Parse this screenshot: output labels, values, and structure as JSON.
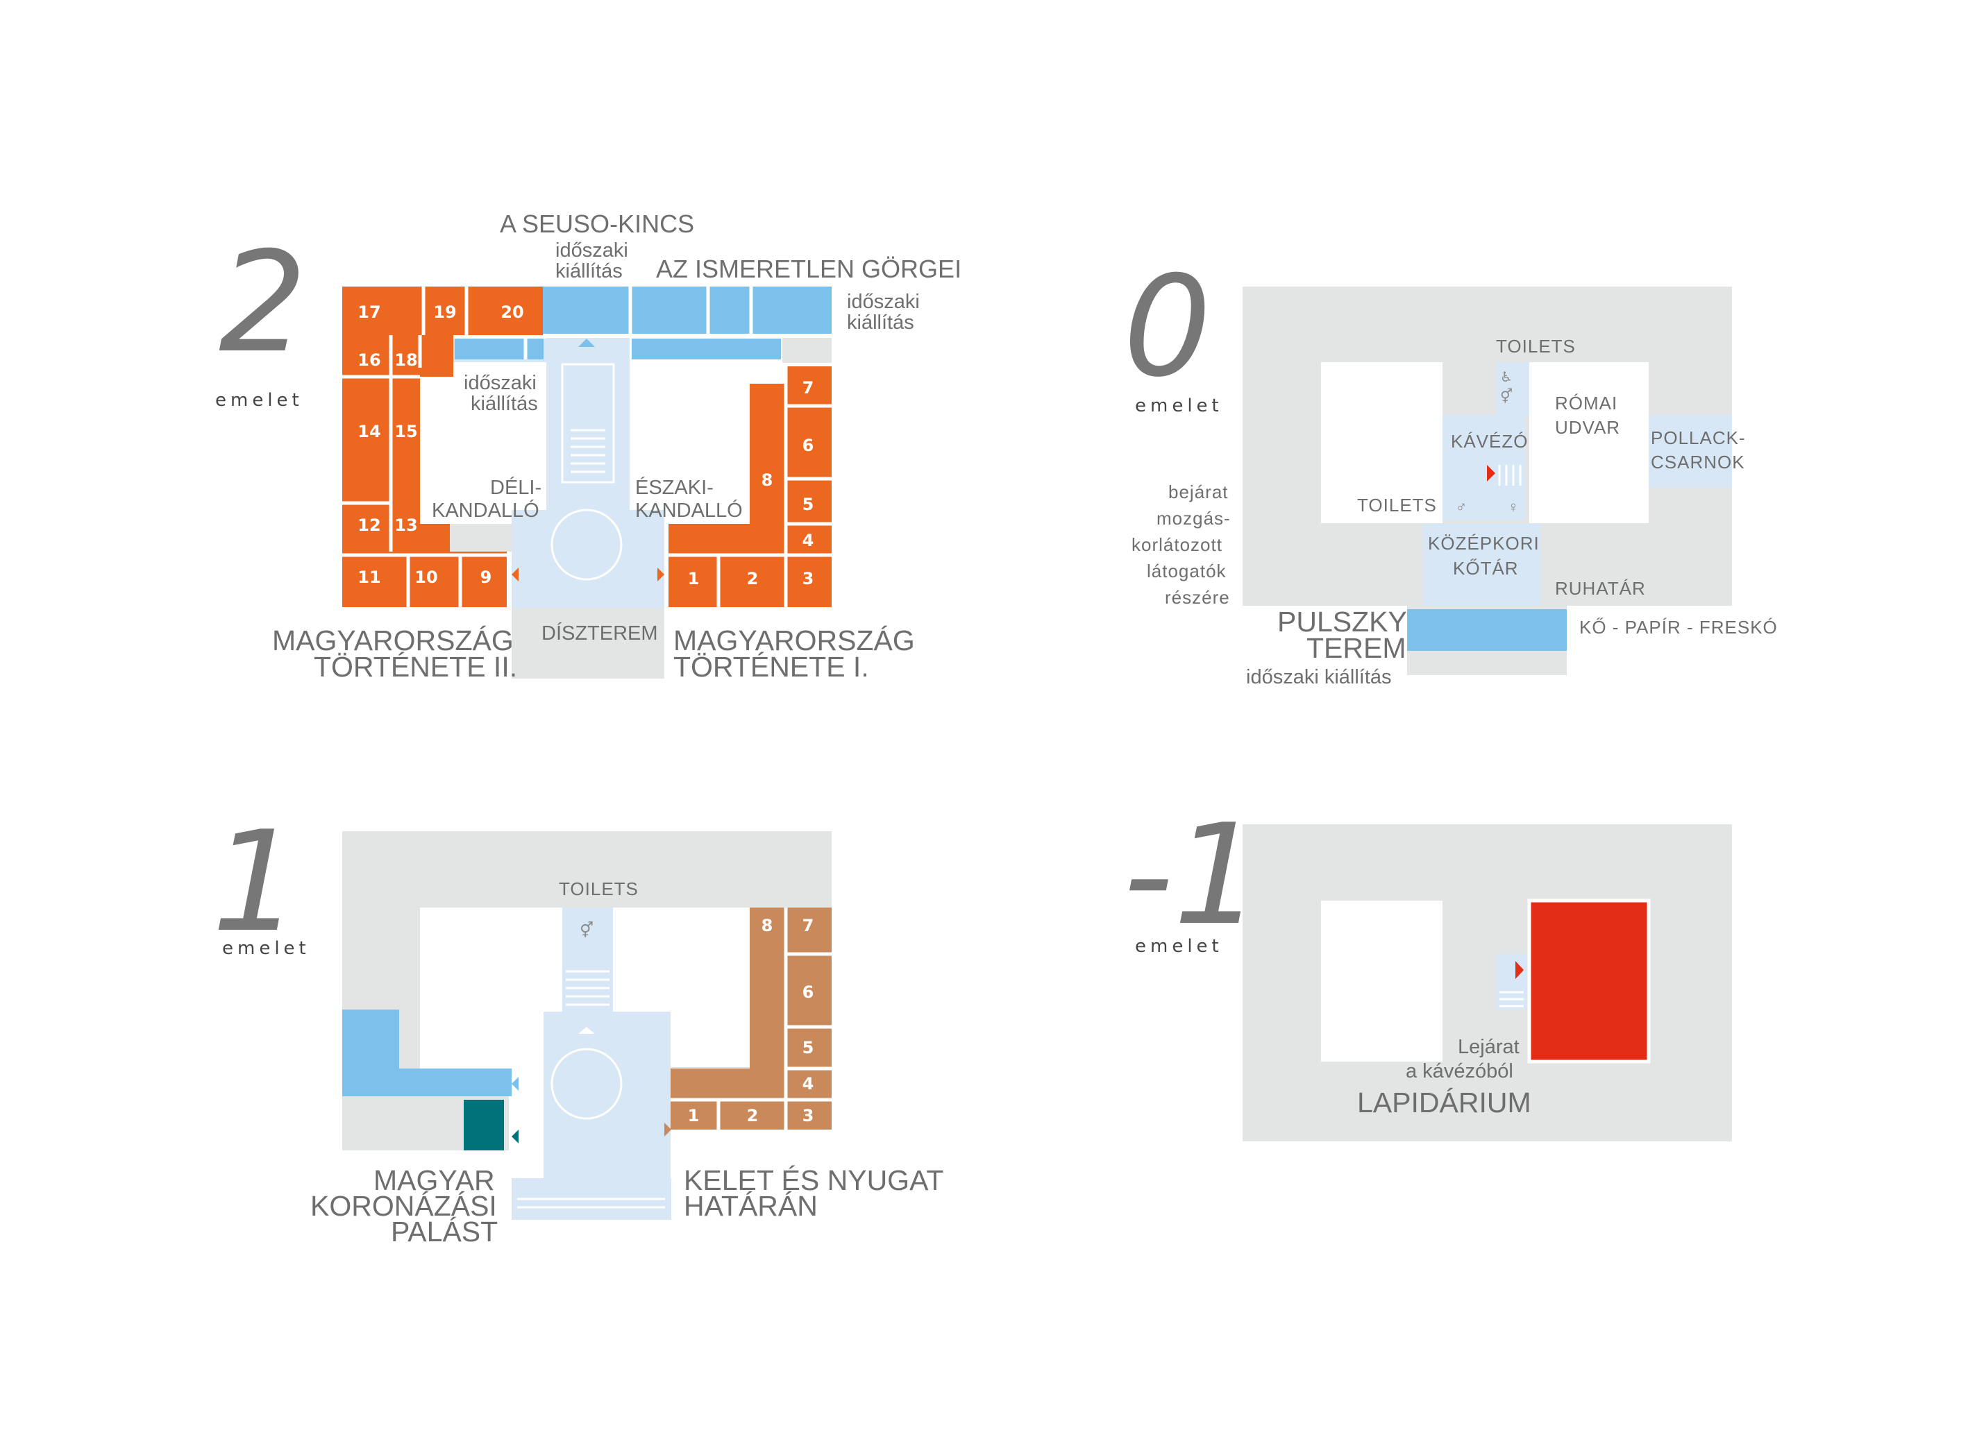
{
  "floors": {
    "f2": {
      "number": "2",
      "emelet": "emelet",
      "labels": {
        "seuso": "A SEUSO-KINCS",
        "seuso_sub1": "időszaki",
        "seuso_sub2": "kiállítás",
        "gorgei": "AZ ISMERETLEN GÖRGEI",
        "gorgei_sub1": "időszaki",
        "gorgei_sub2": "kiállítás",
        "inner_sub1": "időszaki",
        "inner_sub2": "kiállítás",
        "deli1": "DÉLI-",
        "deli2": "KANDALLÓ",
        "eszaki1": "ÉSZAKI-",
        "eszaki2": "KANDALLÓ",
        "diszterem": "DÍSZTEREM",
        "mt2_1": "MAGYARORSZÁG",
        "mt2_2": "TÖRTÉNETE II.",
        "mt1_1": "MAGYARORSZÁG",
        "mt1_2": "TÖRTÉNETE I."
      },
      "rooms": [
        "17",
        "19",
        "20",
        "16",
        "18",
        "14",
        "15",
        "12",
        "13",
        "11",
        "10",
        "9",
        "7",
        "6",
        "8",
        "5",
        "4",
        "1",
        "2",
        "3"
      ]
    },
    "f1": {
      "number": "1",
      "emelet": "emelet",
      "labels": {
        "toilets": "TOILETS",
        "mkp1": "MAGYAR",
        "mkp2": "KORONÁZÁSI",
        "mkp3": "PALÁST",
        "keny1": "KELET ÉS NYUGAT",
        "keny2": "HATÁRÁN"
      },
      "rooms": [
        "8",
        "7",
        "6",
        "5",
        "4",
        "1",
        "2",
        "3"
      ]
    },
    "f0": {
      "number": "0",
      "emelet": "emelet",
      "labels": {
        "toilets_top": "TOILETS",
        "romai1": "RÓMAI",
        "romai2": "UDVAR",
        "kavezo": "KÁVÉZÓ",
        "pollack1": "POLLACK-",
        "pollack2": "CSARNOK",
        "toilets_left": "TOILETS",
        "kozep1": "KÖZÉPKORI",
        "kozep2": "KŐTÁR",
        "ruhatar": "RUHATÁR",
        "bejarat1": "bejárat",
        "bejarat2": "mozgás-",
        "bejarat3": "korlátozott",
        "bejarat4": "látogatók",
        "bejarat5": "részére",
        "pulszky1": "PULSZKY",
        "pulszky2": "TEREM",
        "pulszky_sub": "időszaki kiállítás",
        "kpf": "KŐ - PAPÍR - FRESKÓ"
      }
    },
    "fm1": {
      "number": "-1",
      "emelet": "emelet",
      "labels": {
        "lejarat1": "Lejárat",
        "lejarat2": "a kávézóból",
        "lapidarium": "LAPIDÁRIUM"
      }
    }
  },
  "colors": {
    "orange": "#ec671f",
    "blue": "#7cc0ec",
    "light_blue": "#d7e7f5",
    "grey": "#e3e4e4",
    "brown": "#c9895a",
    "teal": "#00737a",
    "red": "#e32d14"
  }
}
